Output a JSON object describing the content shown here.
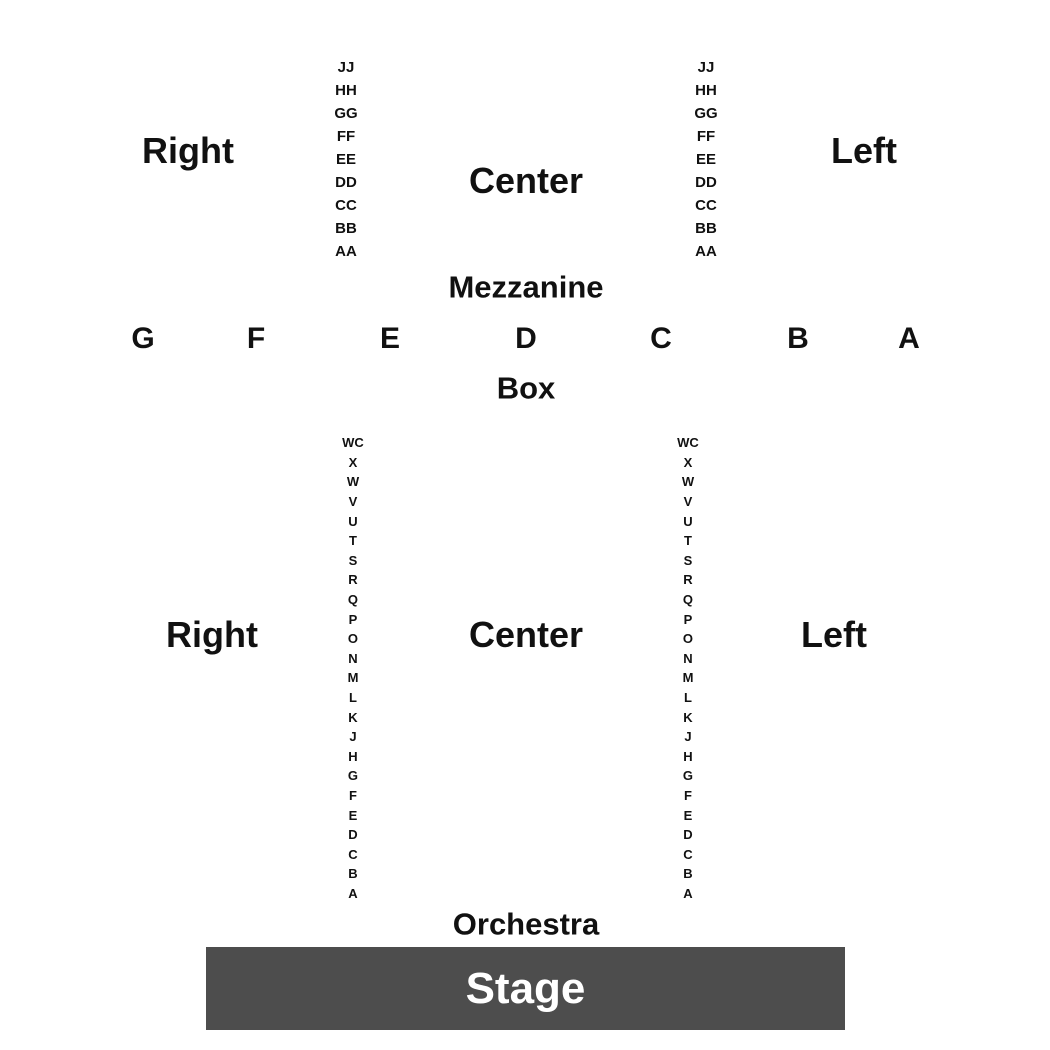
{
  "mezzanine": {
    "right_label": "Right",
    "center_label": "Center",
    "left_label": "Left",
    "name": "Mezzanine",
    "rows": [
      "JJ",
      "HH",
      "GG",
      "FF",
      "EE",
      "DD",
      "CC",
      "BB",
      "AA"
    ]
  },
  "box": {
    "letters": [
      "G",
      "F",
      "E",
      "D",
      "C",
      "B",
      "A"
    ],
    "name": "Box"
  },
  "orchestra": {
    "right_label": "Right",
    "center_label": "Center",
    "left_label": "Left",
    "name": "Orchestra",
    "rows": [
      "WC",
      "X",
      "W",
      "V",
      "U",
      "T",
      "S",
      "R",
      "Q",
      "P",
      "O",
      "N",
      "M",
      "L",
      "K",
      "J",
      "H",
      "G",
      "F",
      "E",
      "D",
      "C",
      "B",
      "A"
    ]
  },
  "stage": {
    "label": "Stage",
    "fill_color": "#4d4d4d",
    "text_color": "#ffffff"
  },
  "colors": {
    "background": "#ffffff",
    "text": "#111111"
  }
}
